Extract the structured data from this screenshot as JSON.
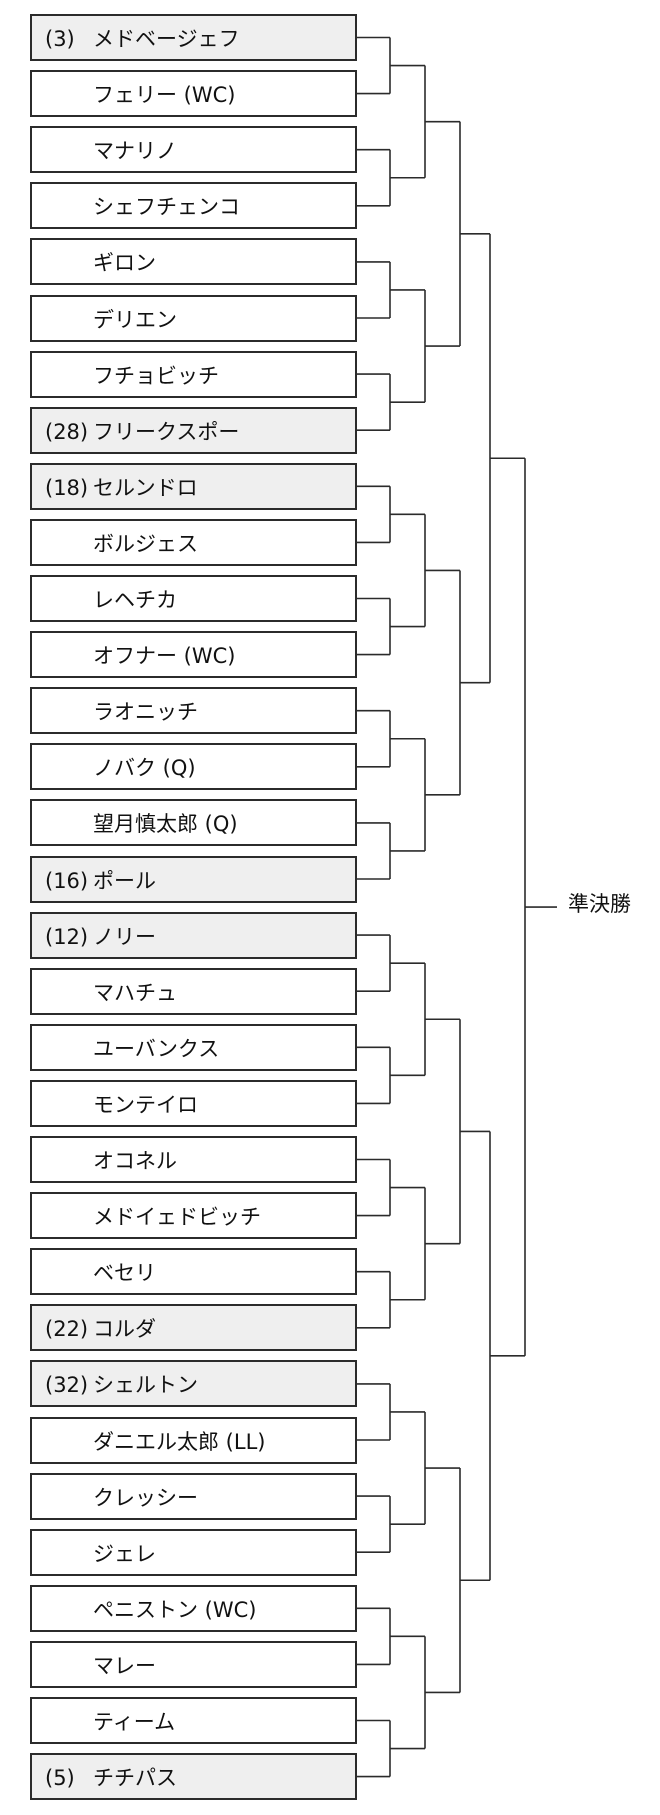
{
  "bracket": {
    "result_label": "準決勝",
    "players": [
      {
        "seed": "(3)",
        "name": "メドベージェフ"
      },
      {
        "seed": "",
        "name": "フェリー (WC)"
      },
      {
        "seed": "",
        "name": "マナリノ"
      },
      {
        "seed": "",
        "name": "シェフチェンコ"
      },
      {
        "seed": "",
        "name": "ギロン"
      },
      {
        "seed": "",
        "name": "デリエン"
      },
      {
        "seed": "",
        "name": "フチョビッチ"
      },
      {
        "seed": "(28)",
        "name": "フリークスポー"
      },
      {
        "seed": "(18)",
        "name": "セルンドロ"
      },
      {
        "seed": "",
        "name": "ボルジェス"
      },
      {
        "seed": "",
        "name": "レヘチカ"
      },
      {
        "seed": "",
        "name": "オフナー (WC)"
      },
      {
        "seed": "",
        "name": "ラオニッチ"
      },
      {
        "seed": "",
        "name": "ノバク (Q)"
      },
      {
        "seed": "",
        "name": "望月慎太郎 (Q)"
      },
      {
        "seed": "(16)",
        "name": "ポール"
      },
      {
        "seed": "(12)",
        "name": "ノリー"
      },
      {
        "seed": "",
        "name": "マハチュ"
      },
      {
        "seed": "",
        "name": "ユーバンクス"
      },
      {
        "seed": "",
        "name": "モンテイロ"
      },
      {
        "seed": "",
        "name": "オコネル"
      },
      {
        "seed": "",
        "name": "メドイェドビッチ"
      },
      {
        "seed": "",
        "name": "ベセリ"
      },
      {
        "seed": "(22)",
        "name": "コルダ"
      },
      {
        "seed": "(32)",
        "name": "シェルトン"
      },
      {
        "seed": "",
        "name": "ダニエル太郎 (LL)"
      },
      {
        "seed": "",
        "name": "クレッシー"
      },
      {
        "seed": "",
        "name": "ジェレ"
      },
      {
        "seed": "",
        "name": "ペニストン (WC)"
      },
      {
        "seed": "",
        "name": "マレー"
      },
      {
        "seed": "",
        "name": "ティーム"
      },
      {
        "seed": "(5)",
        "name": "チチパス"
      }
    ]
  }
}
